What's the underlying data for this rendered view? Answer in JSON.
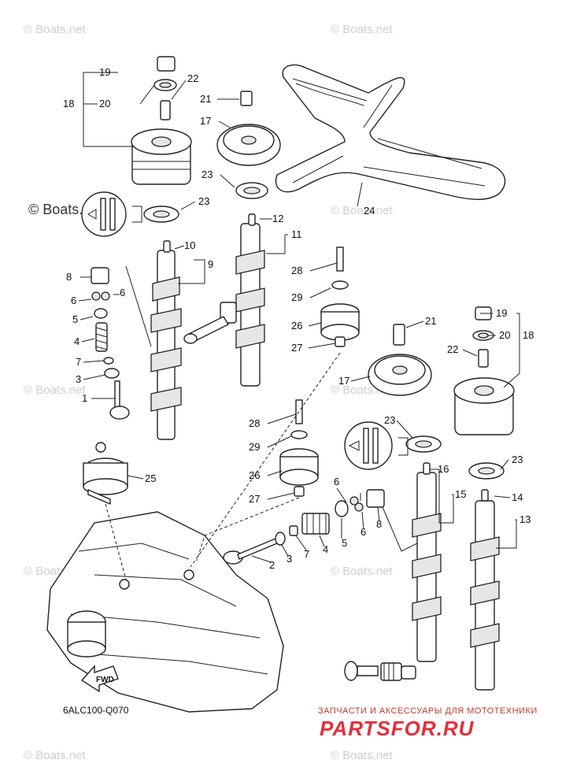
{
  "watermark": {
    "text": "© Boats.net",
    "text_strong": "© Boats.net"
  },
  "diagram_code": "6ALC100-Q070",
  "shop_banner": {
    "subtitle": "ЗАПЧАСТИ И АКСЕССУАРЫ ДЛЯ МОТОТЕХНИКИ",
    "logo": "PARTSFOR.RU",
    "colors": {
      "logo": "#e0303c",
      "subtitle": "#c0392b"
    }
  },
  "fwd_label": "FWD",
  "callouts": {
    "c1": "1",
    "c2": "2",
    "c3a": "3",
    "c3b": "3",
    "c4a": "4",
    "c4b": "4",
    "c5a": "5",
    "c5b": "5",
    "c6a": "6",
    "c6b": "6",
    "c6c": "6",
    "c6d": "6",
    "c7a": "7",
    "c7b": "7",
    "c8a": "8",
    "c8b": "8",
    "c9": "9",
    "c10": "10",
    "c11": "11",
    "c12": "12",
    "c13": "13",
    "c14": "14",
    "c15": "15",
    "c16": "16",
    "c17a": "17",
    "c17b": "17",
    "c18a": "18",
    "c18b": "18",
    "c19a": "19",
    "c19b": "19",
    "c20a": "20",
    "c20b": "20",
    "c21a": "21",
    "c21b": "21",
    "c22a": "22",
    "c22b": "22",
    "c23a": "23",
    "c23b": "23",
    "c23c": "23",
    "c23d": "23",
    "c24": "24",
    "c25": "25",
    "c26a": "26",
    "c26b": "26",
    "c27a": "27",
    "c27b": "27",
    "c28a": "28",
    "c28b": "28",
    "c29a": "29",
    "c29b": "29"
  }
}
